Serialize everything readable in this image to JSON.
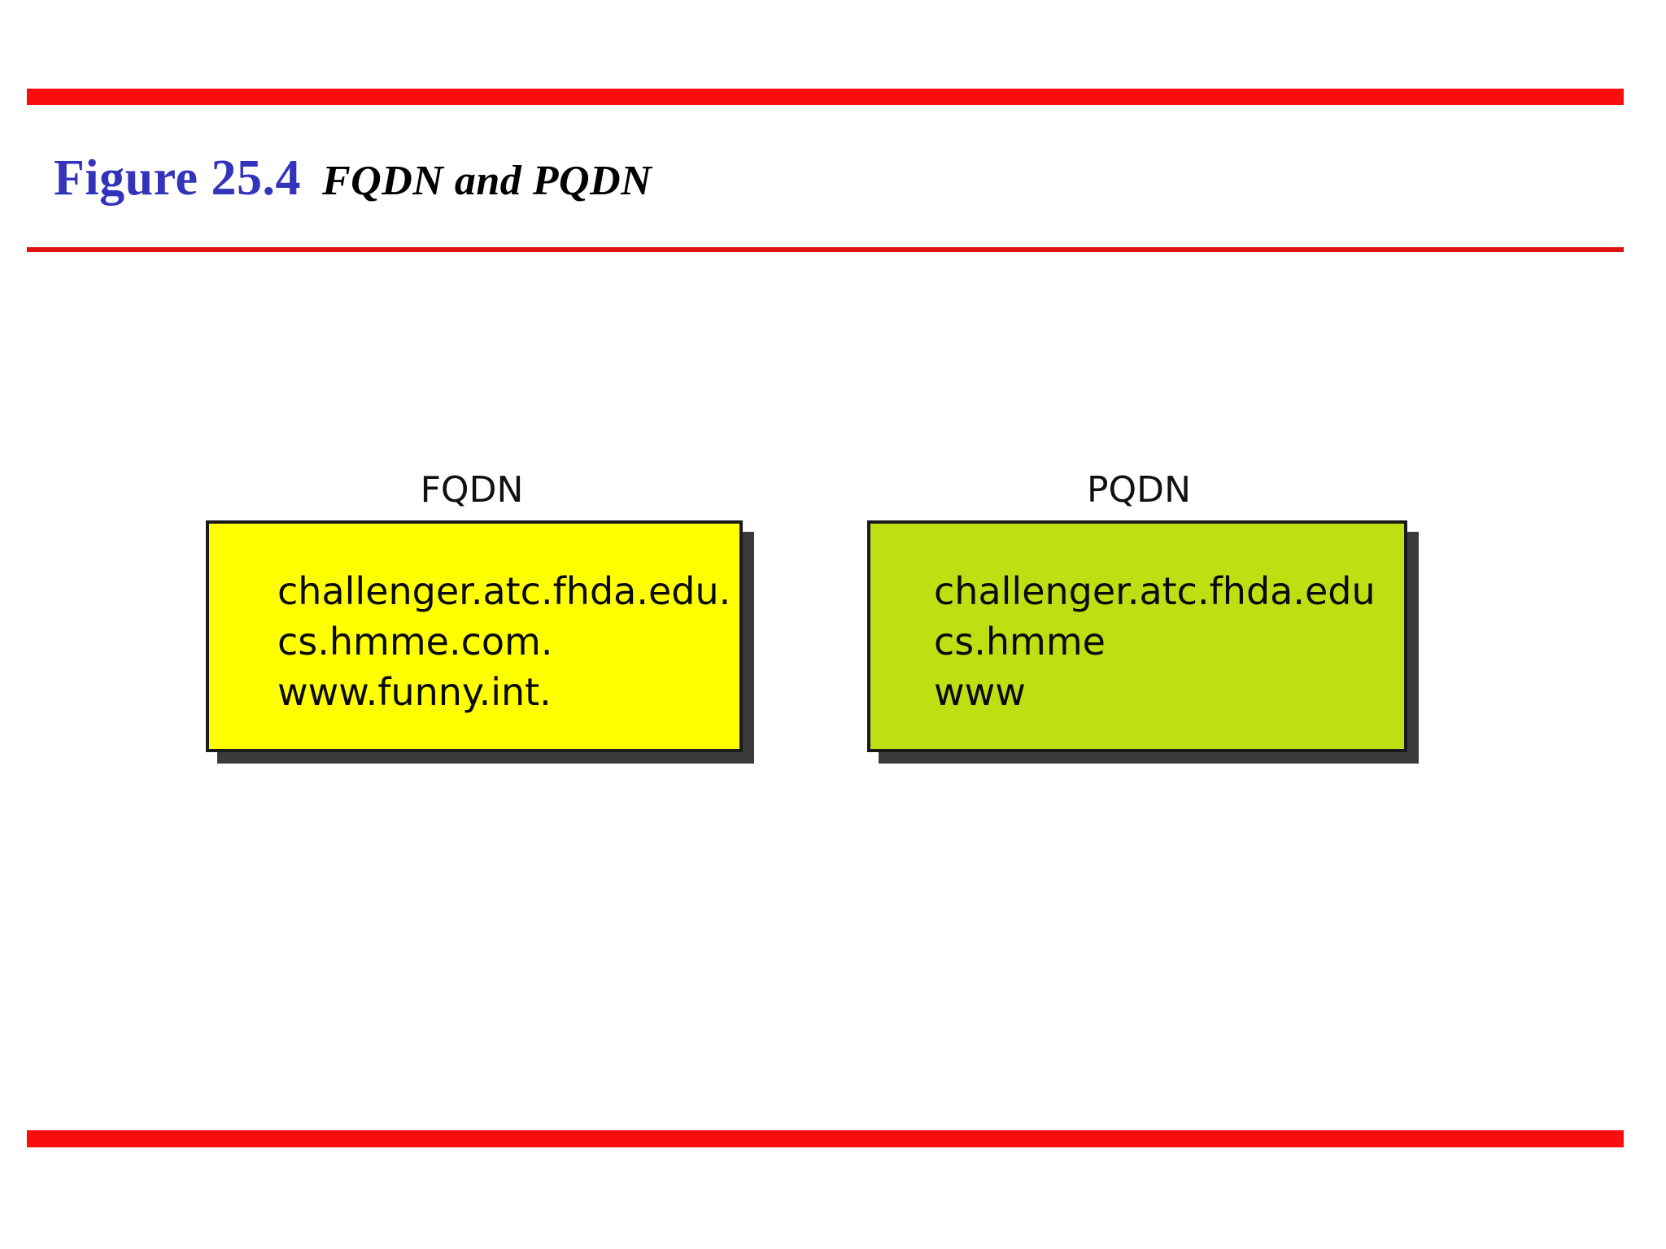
{
  "slide": {
    "figure_number": "Figure 25.4",
    "figure_caption": "FQDN and PQDN",
    "figure_number_color": "#3333bb",
    "caption_color": "#000000",
    "rule_color": "#fc0d0d",
    "thin_rule_color": "#e01111",
    "background_color": "#ffffff"
  },
  "diagram": {
    "columns": [
      {
        "label": "FQDN",
        "fill_color": "#ffff00",
        "border_color": "#1a1a1a",
        "shadow_color": "#3a3a3a",
        "lines": [
          "challenger.atc.fhda.edu.",
          "cs.hmme.com.",
          "www.funny.int."
        ]
      },
      {
        "label": "PQDN",
        "fill_color": "#bfdf12",
        "border_color": "#1a1a1a",
        "shadow_color": "#3a3a3a",
        "lines": [
          "challenger.atc.fhda.edu",
          "cs.hmme",
          "www"
        ]
      }
    ]
  }
}
